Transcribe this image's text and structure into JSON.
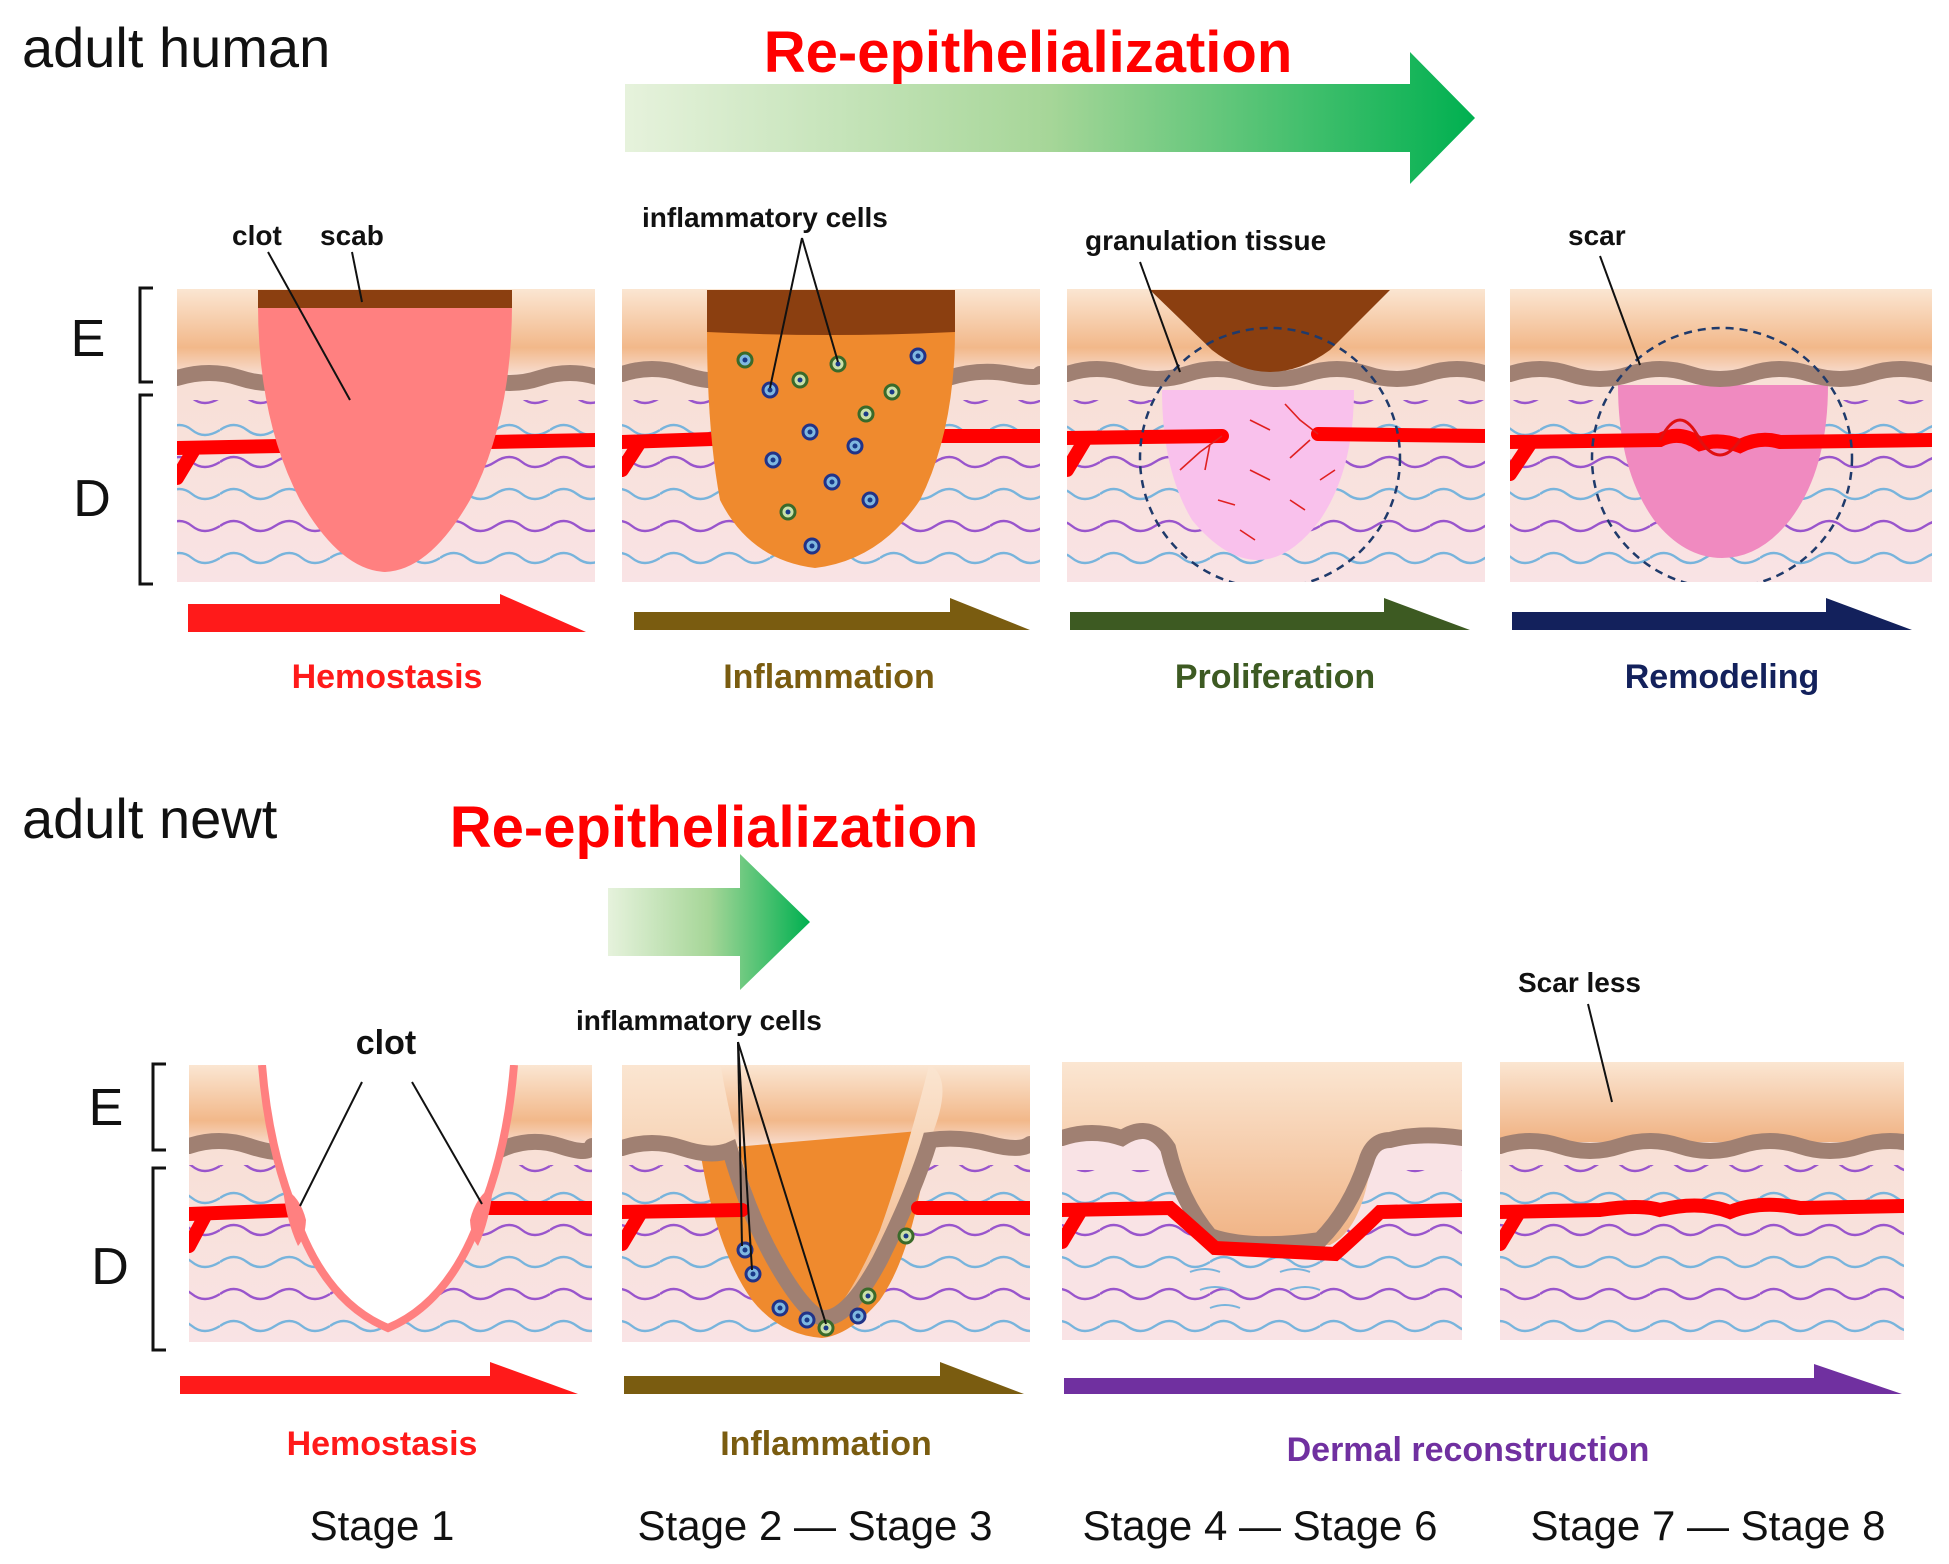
{
  "human": {
    "row_title": "adult human",
    "reepithelialization": "Re-epithelialization",
    "layer_E": "E",
    "layer_D": "D",
    "annotations": {
      "clot": "clot",
      "scab": "scab",
      "inflammatory_cells": "inflammatory cells",
      "granulation_tissue": "granulation tissue",
      "scar": "scar"
    },
    "phases": [
      {
        "label": "Hemostasis",
        "color": "#ff1a1a"
      },
      {
        "label": "Inflammation",
        "color": "#7a5c10"
      },
      {
        "label": "Proliferation",
        "color": "#3d5a22"
      },
      {
        "label": "Remodeling",
        "color": "#13215c"
      }
    ]
  },
  "newt": {
    "row_title": "adult newt",
    "reepithelialization": "Re-epithelialization",
    "layer_E": "E",
    "layer_D": "D",
    "annotations": {
      "clot": "clot",
      "inflammatory_cells": "inflammatory cells",
      "scar_less": "Scar less"
    },
    "phases": [
      {
        "label": "Hemostasis",
        "color": "#ff1a1a"
      },
      {
        "label": "Inflammation",
        "color": "#7a5c10"
      },
      {
        "label": "Dermal reconstruction",
        "color": "#7030a0"
      }
    ]
  },
  "stages": [
    "Stage 1",
    "Stage 2 — Stage 3",
    "Stage 4 — Stage 6",
    "Stage 7 — Stage 8"
  ],
  "colors": {
    "epidermis": "#f4c49c",
    "dermis": "#f8e0e0",
    "vessel": "#ff0000",
    "clot": "#ff8080",
    "scab": "#8b3f10",
    "inflammatory_tissue": "#ef8a2e",
    "granulation": "#f9c1ec",
    "scar_tissue": "#f08ac0",
    "arrow_green": "#00b050"
  }
}
